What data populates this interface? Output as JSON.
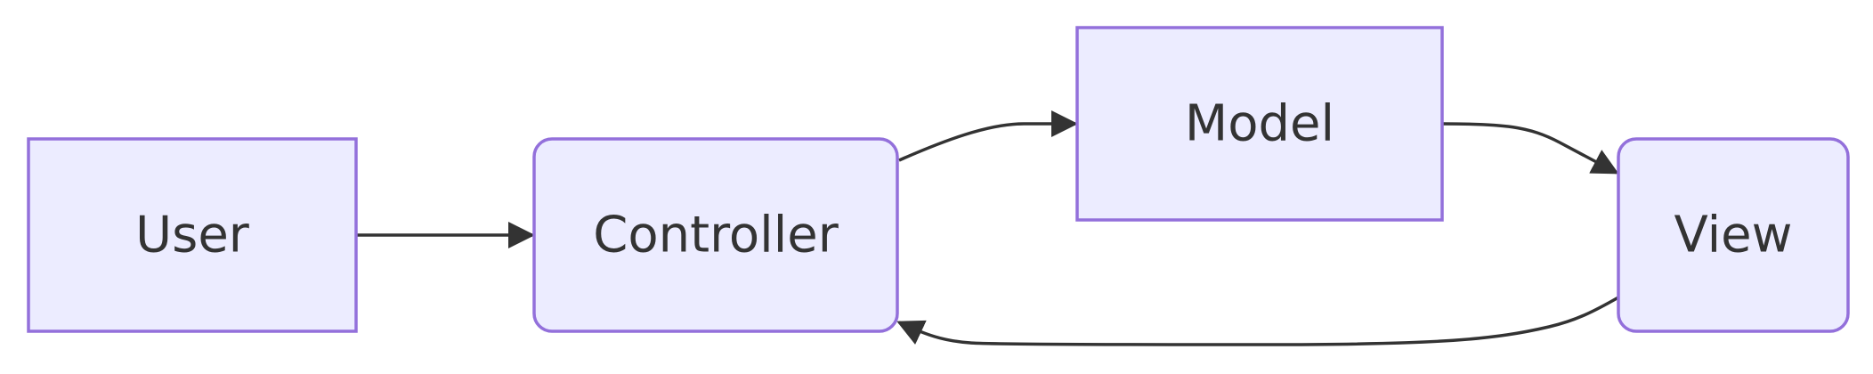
{
  "diagram": {
    "colors": {
      "node_fill": "#ececff",
      "node_stroke": "#9370db",
      "edge_stroke": "#333333",
      "text": "#333333"
    },
    "nodes": {
      "user": {
        "label": "User",
        "shape": "rectangle"
      },
      "controller": {
        "label": "Controller",
        "shape": "rounded-rectangle"
      },
      "model": {
        "label": "Model",
        "shape": "rectangle"
      },
      "view": {
        "label": "View",
        "shape": "rounded-rectangle"
      }
    },
    "edges": [
      {
        "from": "user",
        "to": "controller"
      },
      {
        "from": "controller",
        "to": "model"
      },
      {
        "from": "model",
        "to": "view"
      },
      {
        "from": "view",
        "to": "controller"
      }
    ]
  }
}
